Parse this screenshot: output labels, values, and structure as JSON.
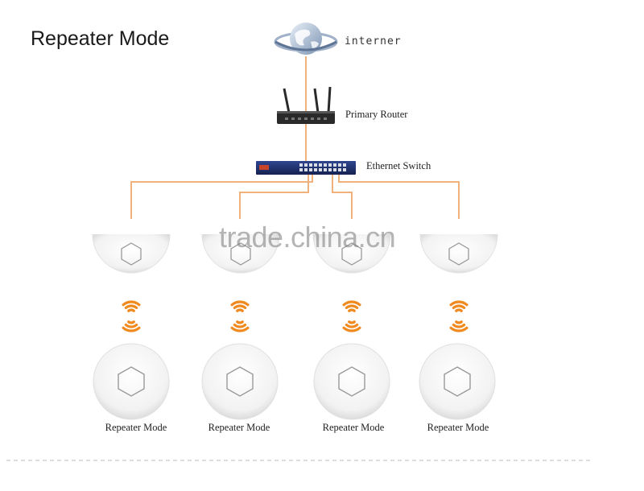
{
  "title": "Repeater Mode",
  "internet_label": "interner",
  "router_label": "Primary Router",
  "switch_label": "Ethernet Switch",
  "access_points": [
    {
      "label": "Repeater Mode"
    },
    {
      "label": "Repeater Mode"
    },
    {
      "label": "Repeater Mode"
    },
    {
      "label": "Repeater Mode"
    }
  ],
  "watermark": "trade.china.cn",
  "colors": {
    "link": "#f0b27a",
    "wifi": "#f08a1e",
    "switch": "#1e2f6b",
    "router": "#2a2a2a"
  }
}
